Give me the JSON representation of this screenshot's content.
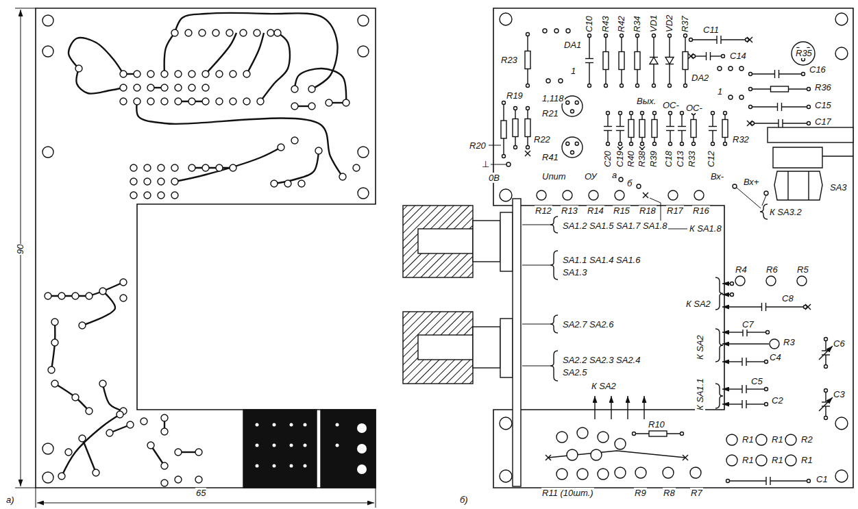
{
  "diagram": {
    "labels": [
      "90",
      "65",
      "а)",
      "б)",
      "R20",
      "R19",
      "R22",
      "R23",
      "DA1",
      "1",
      "C10",
      "R43",
      "R42",
      "R34",
      "VD1",
      "VD2",
      "R37",
      "C11",
      "C14",
      "R35",
      "C16",
      "R36",
      "C15",
      "C17",
      "DA2",
      "1",
      "1,118",
      "R21",
      "R41",
      "Вых.",
      "ОС-",
      "ОС-",
      "C20",
      "C19",
      "R40",
      "R38",
      "R39",
      "C18",
      "C13",
      "R33",
      "C12",
      "R32",
      "⊥",
      "0В",
      "Uпит",
      "ОУ",
      "а",
      "б",
      "Вх-",
      "Вх+",
      "SA3",
      "R12",
      "R13",
      "R14",
      "R15",
      "R18",
      "R17",
      "R16",
      "К SA3.2",
      "К SA1.8",
      "SA1.2 SA1.5 SA1.7 SA1.8",
      "SA1.1 SA1.4 SA1.6",
      "SA1.3",
      "SA2.7 SA2.6",
      "SA2.2 SA2.3 SA2.4",
      "SA2.5",
      "К SA2",
      "К SA2",
      "R4",
      "R6",
      "R5",
      "C7",
      "C8",
      "R3",
      "C4",
      "C6",
      "C5",
      "C2",
      "C3",
      "К SA2",
      "К SA1.1",
      "R10",
      "R1",
      "R1",
      "R2",
      "R1",
      "R1",
      "R1",
      "C1",
      "R11 (10шт.)",
      "R9",
      "R8",
      "R7"
    ]
  }
}
